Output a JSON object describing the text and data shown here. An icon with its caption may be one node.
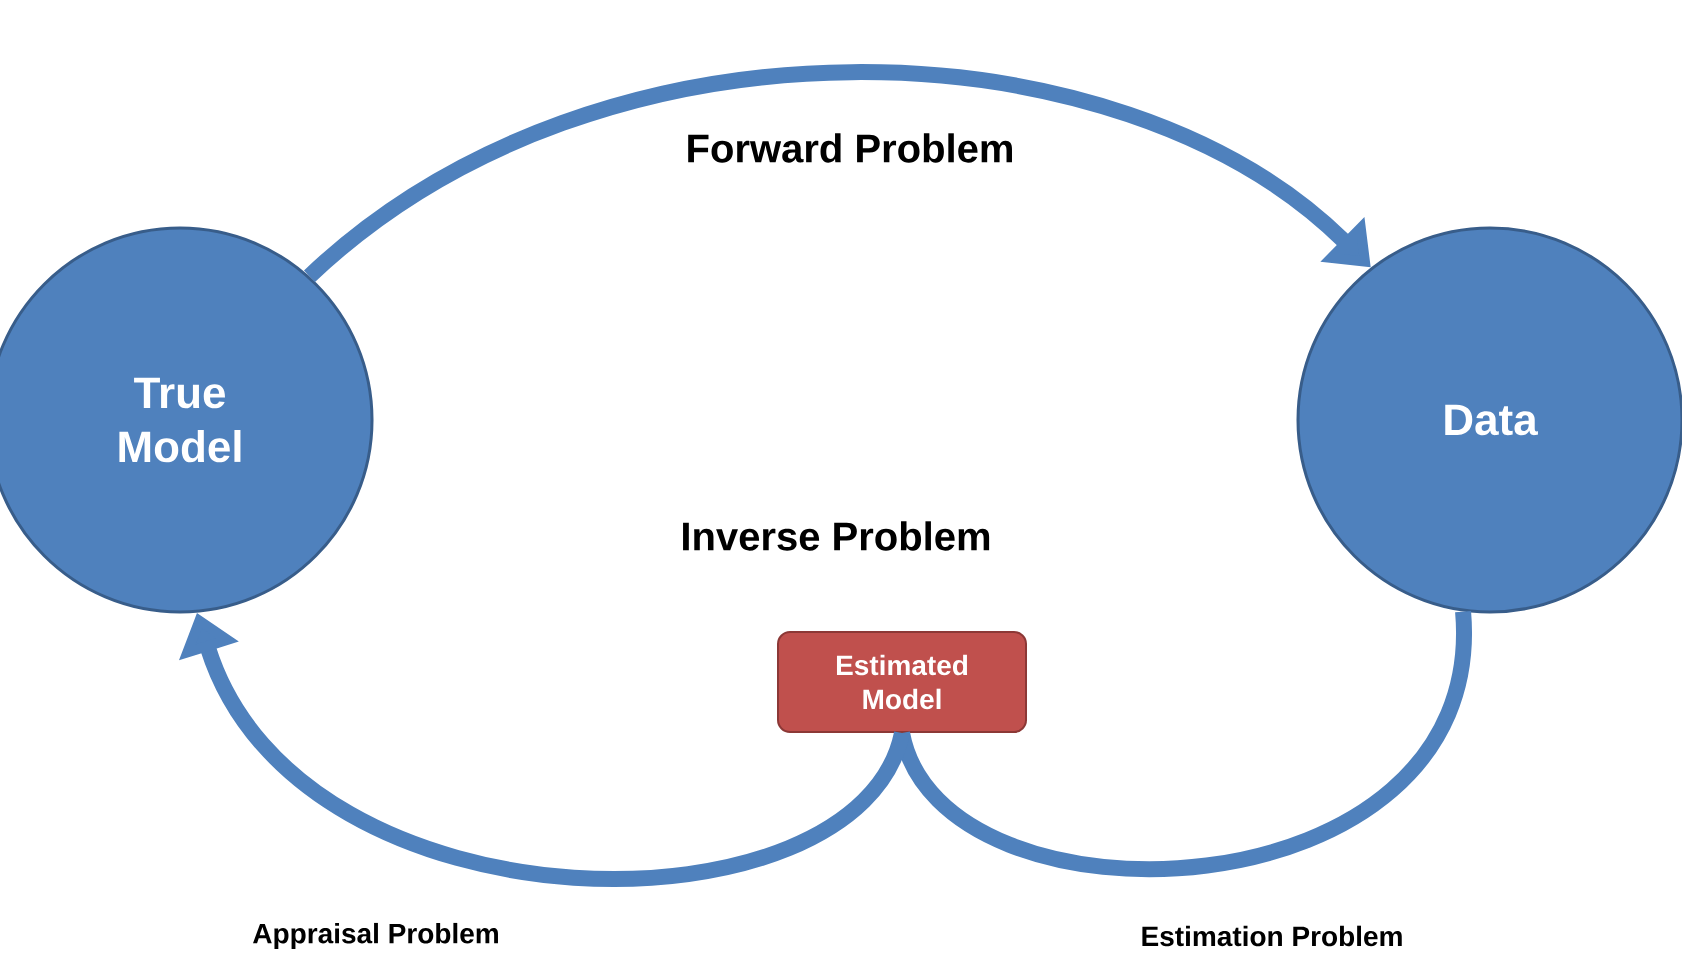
{
  "diagram": {
    "nodes": [
      {
        "text": [
          "True Model"
        ]
      },
      {
        "text": [
          "Data"
        ]
      },
      {
        "text": [
          "Estimated Model"
        ]
      }
    ],
    "edges": [
      {
        "from": 0,
        "to": 1,
        "arrow": "to",
        "label": "Forward Problem"
      },
      {
        "from": 1,
        "to": 2,
        "arrow": "none",
        "label": "Estimation Problem"
      },
      {
        "from": 2,
        "to": 0,
        "arrow": "to",
        "label": "Appraisal Problem"
      }
    ],
    "labels": [
      "Inverse Problem"
    ]
  }
}
